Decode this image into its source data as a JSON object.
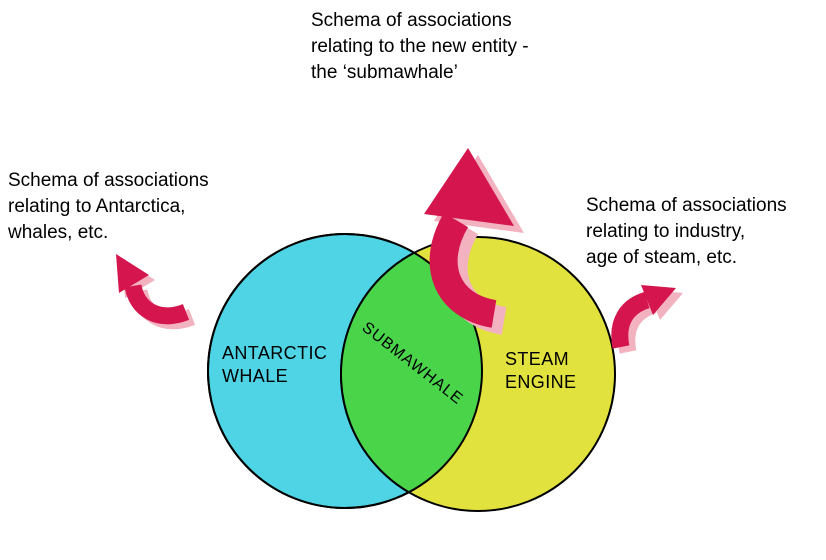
{
  "title_note": {
    "line1": "Schema of associations",
    "line2": "relating to the new entity -",
    "line3": "the ‘submawhale’"
  },
  "left_note": {
    "line1": "Schema of associations",
    "line2": "relating to Antarctica,",
    "line3": "whales, etc."
  },
  "right_note": {
    "line1": "Schema of associations",
    "line2": "relating to industry,",
    "line3": "age of steam, etc."
  },
  "venn": {
    "left_circle_label_line1": "ANTARCTIC",
    "left_circle_label_line2": "WHALE",
    "right_circle_label_line1": "STEAM",
    "right_circle_label_line2": "ENGINE",
    "overlap_label": "SUBMAWHALE"
  },
  "colors": {
    "left_circle": "#4fd4e6",
    "right_circle": "#e2e23e",
    "overlap": "#4ad44a",
    "outline": "#000000",
    "arrow": "#d5164e",
    "arrow_shadow": "#f3b2c0"
  }
}
